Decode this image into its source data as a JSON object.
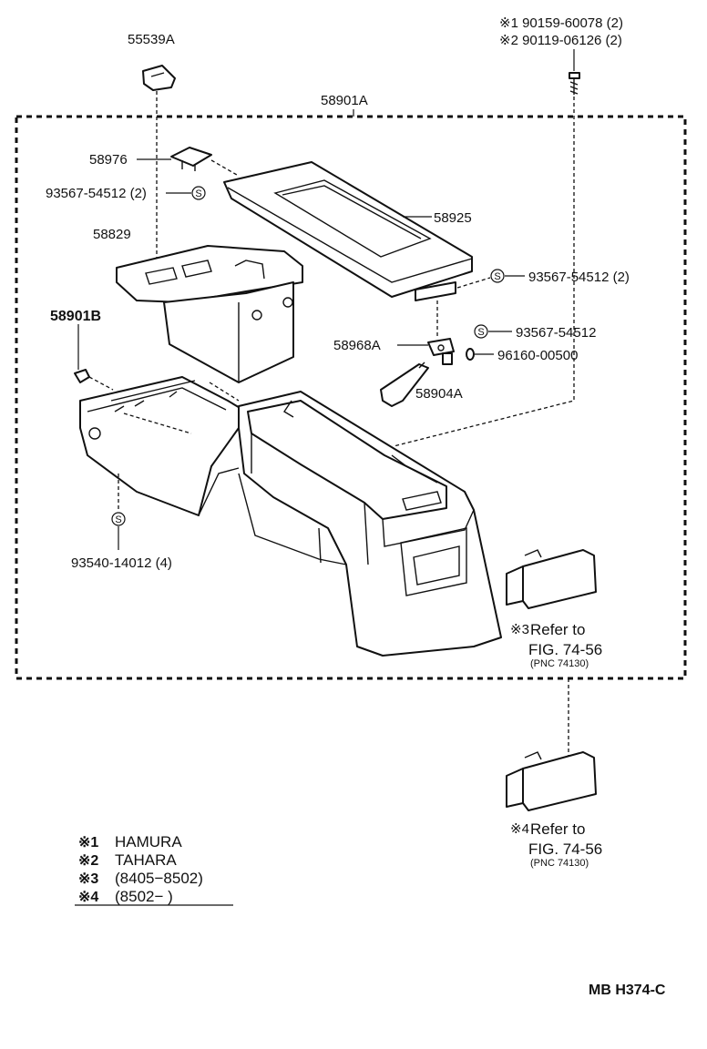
{
  "labels": {
    "clip_55539A": "55539A",
    "screw_refs_1": "※1 90159-60078 (2)",
    "screw_refs_2": "※2 90119-06126 (2)",
    "assy_58901A": "58901A",
    "part_58976": "58976",
    "screw_93567_54512_2_left": "93567-54512 (2)",
    "part_58925": "58925",
    "part_58829": "58829",
    "screw_93567_54512_2_right": "93567-54512 (2)",
    "part_58901B": "58901B",
    "screw_93567_54512": "93567-54512",
    "part_58968A": "58968A",
    "washer_96160_00500": "96160-00500",
    "part_58904A": "58904A",
    "screw_93540_14012": "93540-14012 (4)",
    "ref3_line1": "Refer to",
    "ref3_line2": "FIG. 74-56",
    "ref3_line3": "(PNC 74130)",
    "ref4_line1": "Refer to",
    "ref4_line2": "FIG. 74-56",
    "ref4_line3": "(PNC 74130)",
    "mark3": "※3",
    "mark4": "※4",
    "diagram_id": "MB H374-C"
  },
  "screw_symbol": "S",
  "legend": [
    {
      "mark": "※1",
      "text": "HAMURA"
    },
    {
      "mark": "※2",
      "text": "TAHARA"
    },
    {
      "mark": "※3",
      "text": "(8405−8502)"
    },
    {
      "mark": "※4",
      "text": "(8502−      )"
    }
  ]
}
